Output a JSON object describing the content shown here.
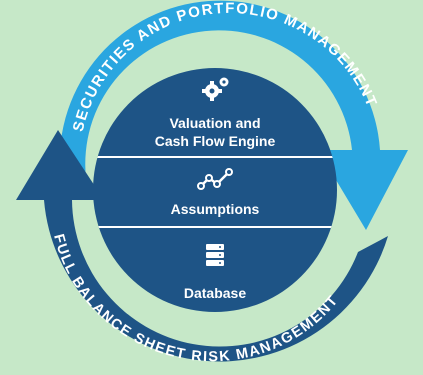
{
  "diagram": {
    "outer_top_label": "SECURITIES AND PORTFOLIO MANAGEMENT",
    "outer_bottom_label": "FULL BALANCE SHEET RISK MANAGEMENT",
    "layers": [
      {
        "label_line1": "Valuation and",
        "label_line2": "Cash Flow Engine",
        "icon": "gears-icon"
      },
      {
        "label": "Assumptions",
        "icon": "line-chart-icon"
      },
      {
        "label": "Database",
        "icon": "server-icon"
      }
    ]
  },
  "colors": {
    "background": "#c6e8c8",
    "light_arrow": "#2aa6e0",
    "dark_arrow": "#1e5486",
    "core_circle": "#1e5486",
    "divider": "#ffffff"
  }
}
